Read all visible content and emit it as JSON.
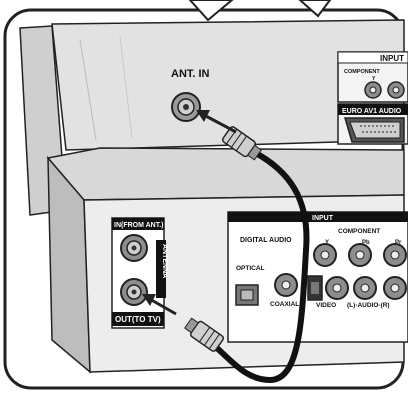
{
  "tv": {
    "ant_in": "ANT. IN",
    "input": "INPUT",
    "component": "COMPONENT",
    "component_y": "Y",
    "euro_av1_audio": "EURO AV1 AUDIO"
  },
  "recorder": {
    "in_from_ant": "IN(FROM ANT.)",
    "antenna": "ANTENNA",
    "out_to_tv": "OUT(TO TV)",
    "input": "INPUT",
    "component": "COMPONENT",
    "digital_audio": "DIGITAL AUDIO",
    "optical": "OPTICAL",
    "coaxial": "COAXIAL",
    "video": "VIDEO",
    "component_y": "Y",
    "component_pb": "Pb",
    "component_pr": "Pr",
    "audio_lr": "(L)-AUDIO-(R)"
  }
}
